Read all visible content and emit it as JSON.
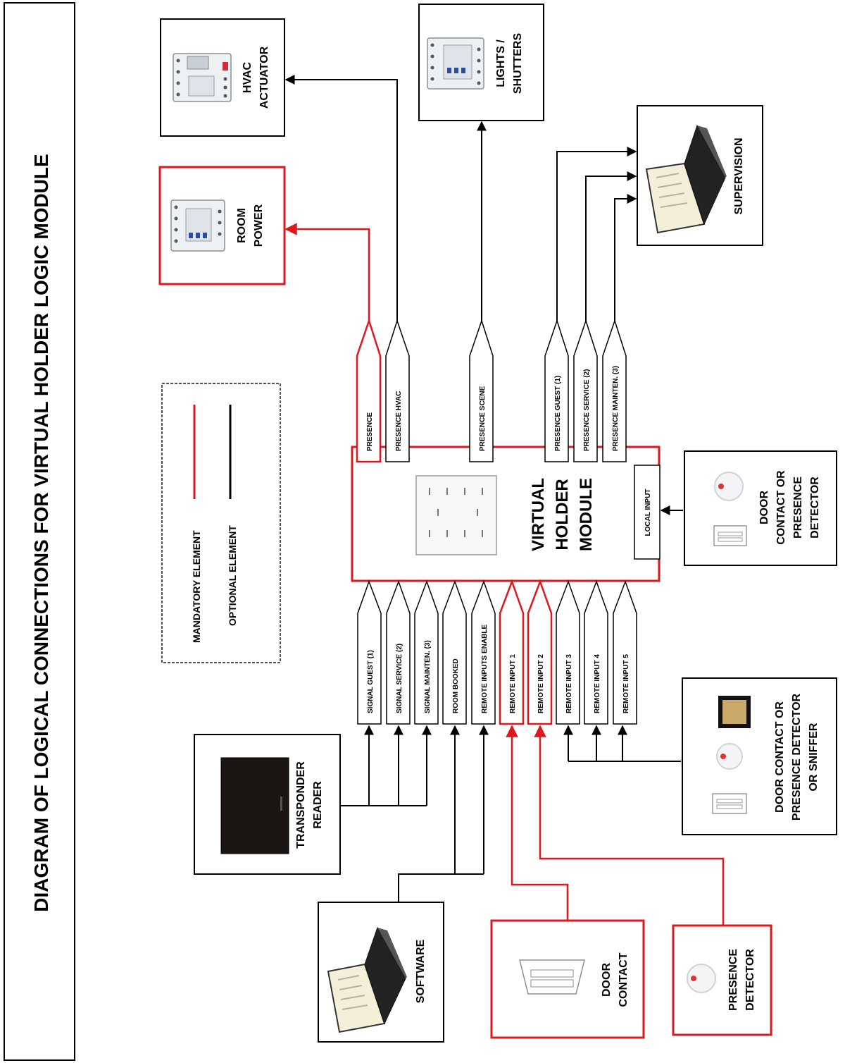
{
  "title": "DIAGRAM OF LOGICAL CONNECTIONS FOR VIRTUAL HOLDER LOGIC MODULE",
  "colors": {
    "mandatory": "#e0171c",
    "optional": "#000000"
  },
  "legend": {
    "mandatory_label": "MANDATORY ELEMENT",
    "optional_label": "OPTIONAL ELEMENT"
  },
  "module": {
    "line1": "VIRTUAL",
    "line2": "HOLDER",
    "line3": "MODULE",
    "local_input": "LOCAL INPUT"
  },
  "outputs": {
    "presence": "PRESENCE",
    "presence_hvac": "PRESENCE HVAC",
    "presence_scene": "PRESENCE SCENE",
    "presence_guest": "PRESENCE GUEST (1)",
    "presence_service": "PRESENCE SERVICE (2)",
    "presence_mainten": "PRESENCE MAINTEN. (3)"
  },
  "inputs": {
    "signal_guest": "SIGNAL GUEST (1)",
    "signal_service": "SIGNAL SERVICE (2)",
    "signal_mainten": "SIGNAL MAINTEN. (3)",
    "room_booked": "ROOM BOOKED",
    "remote_inputs_enable": "REMOTE INPUTS ENABLE",
    "remote_input_1": "REMOTE INPUT 1",
    "remote_input_2": "REMOTE INPUT 2",
    "remote_input_3": "REMOTE INPUT 3",
    "remote_input_4": "REMOTE INPUT 4",
    "remote_input_5": "REMOTE INPUT 5"
  },
  "devices": {
    "hvac_1": "HVAC",
    "hvac_2": "ACTUATOR",
    "lights_1": "LIGHTS /",
    "lights_2": "SHUTTERS",
    "supervision": "SUPERVISION",
    "room_power_1": "ROOM",
    "room_power_2": "POWER",
    "door_local_1": "DOOR",
    "door_local_2": "CONTACT OR",
    "door_local_3": "PRESENCE",
    "door_local_4": "DETECTOR",
    "transponder_1": "TRANSPONDER",
    "transponder_2": "READER",
    "door_remote_1": "DOOR  CONTACT OR",
    "door_remote_2": "PRESENCE DETECTOR",
    "door_remote_3": "OR SNIFFER",
    "software": "SOFTWARE",
    "door_contact_1": "DOOR",
    "door_contact_2": "CONTACT",
    "presence_detector_1": "PRESENCE",
    "presence_detector_2": "DETECTOR"
  },
  "icons": {
    "actuator": "din-actuator-icon",
    "laptop": "laptop-icon",
    "door_contact": "door-contact-icon",
    "presence_sensor": "presence-sensor-icon",
    "transponder": "transponder-reader-icon",
    "sniffer": "sniffer-icon"
  }
}
